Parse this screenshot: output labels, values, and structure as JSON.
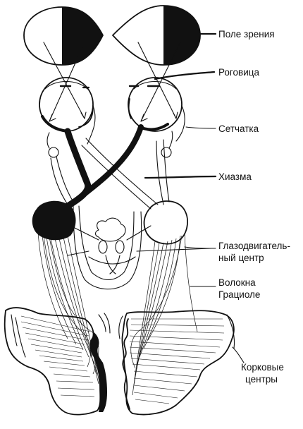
{
  "labels": {
    "visual_field": "Поле зрения",
    "cornea": "Роговица",
    "retina": "Сетчатка",
    "chiasm": "Хиазма",
    "oculomotor_line1": "Глазодвигатель-",
    "oculomotor_line2": "ный центр",
    "gratiolet_line1": "Волокна",
    "gratiolet_line2": "Грациоле",
    "cortical_line1": "Корковые",
    "cortical_line2": "центры"
  },
  "colors": {
    "ink": "#111111",
    "paper": "#ffffff"
  }
}
